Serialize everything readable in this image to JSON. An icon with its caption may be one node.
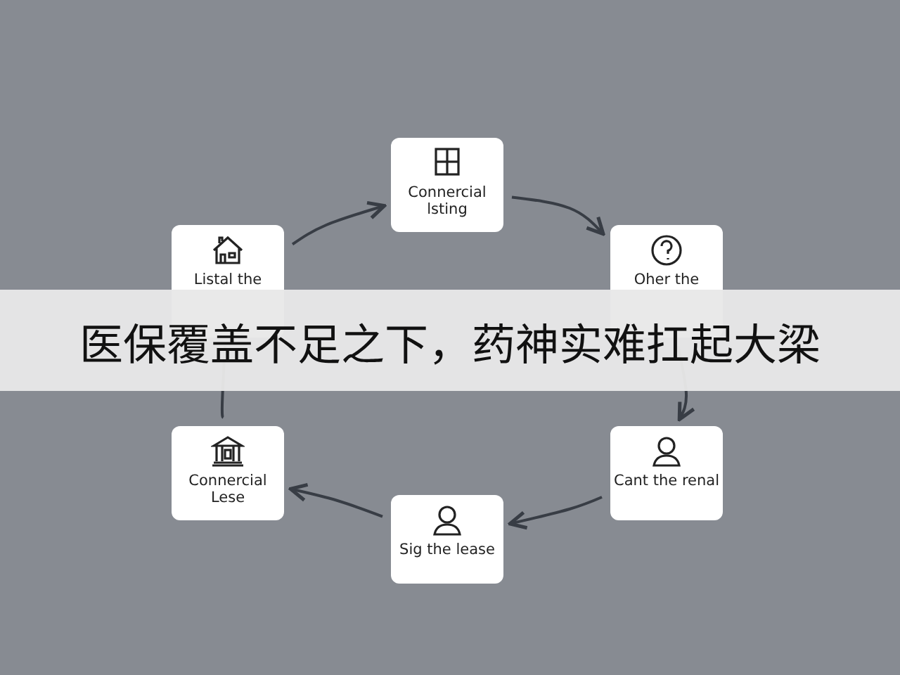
{
  "diagram": {
    "title": "医保覆盖不足之下，药神实难扛起大梁",
    "nodes": [
      {
        "text": [
          "Connercial lsting"
        ]
      },
      {
        "text": [
          "Oher the"
        ]
      },
      {
        "text": [
          "Cant the renal"
        ]
      },
      {
        "text": [
          "Sig the lease"
        ]
      },
      {
        "text": [
          "Connercial Lese"
        ]
      },
      {
        "text": [
          "Listal the"
        ]
      }
    ],
    "edges": [
      {
        "from": 0,
        "to": 1,
        "arrow": "to"
      },
      {
        "from": 1,
        "to": 2,
        "arrow": "to"
      },
      {
        "from": 2,
        "to": 3,
        "arrow": "to"
      },
      {
        "from": 3,
        "to": 4,
        "arrow": "to"
      },
      {
        "from": 4,
        "to": 5,
        "arrow": "none"
      },
      {
        "from": 5,
        "to": 0,
        "arrow": "to"
      }
    ]
  }
}
